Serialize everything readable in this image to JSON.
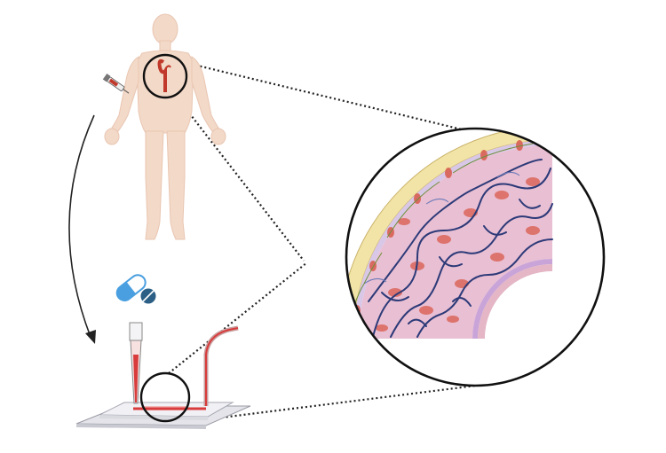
{
  "figure": {
    "panels": [
      "human-body",
      "capsule-and-tablet",
      "microfluidic-chip",
      "vessel-wall-cross-section"
    ],
    "colors": {
      "skin": "#f3d9c8",
      "skin_outline": "#e9c6b2",
      "artery": "#c0392b",
      "outer_layer": "#f2e4a6",
      "middle_layer": "#e9bfd3",
      "inner_layer": "#c9a4d8",
      "lumen_wall": "#e4b6c6",
      "vessel_network": "#2c3a78",
      "cells": "#d85a4a",
      "capsule": "#4a9fe0",
      "tablet": "#2b5f86",
      "channel": "#d83c3c",
      "chip_glass": "#e7e7ee",
      "connector": "#222222"
    }
  }
}
